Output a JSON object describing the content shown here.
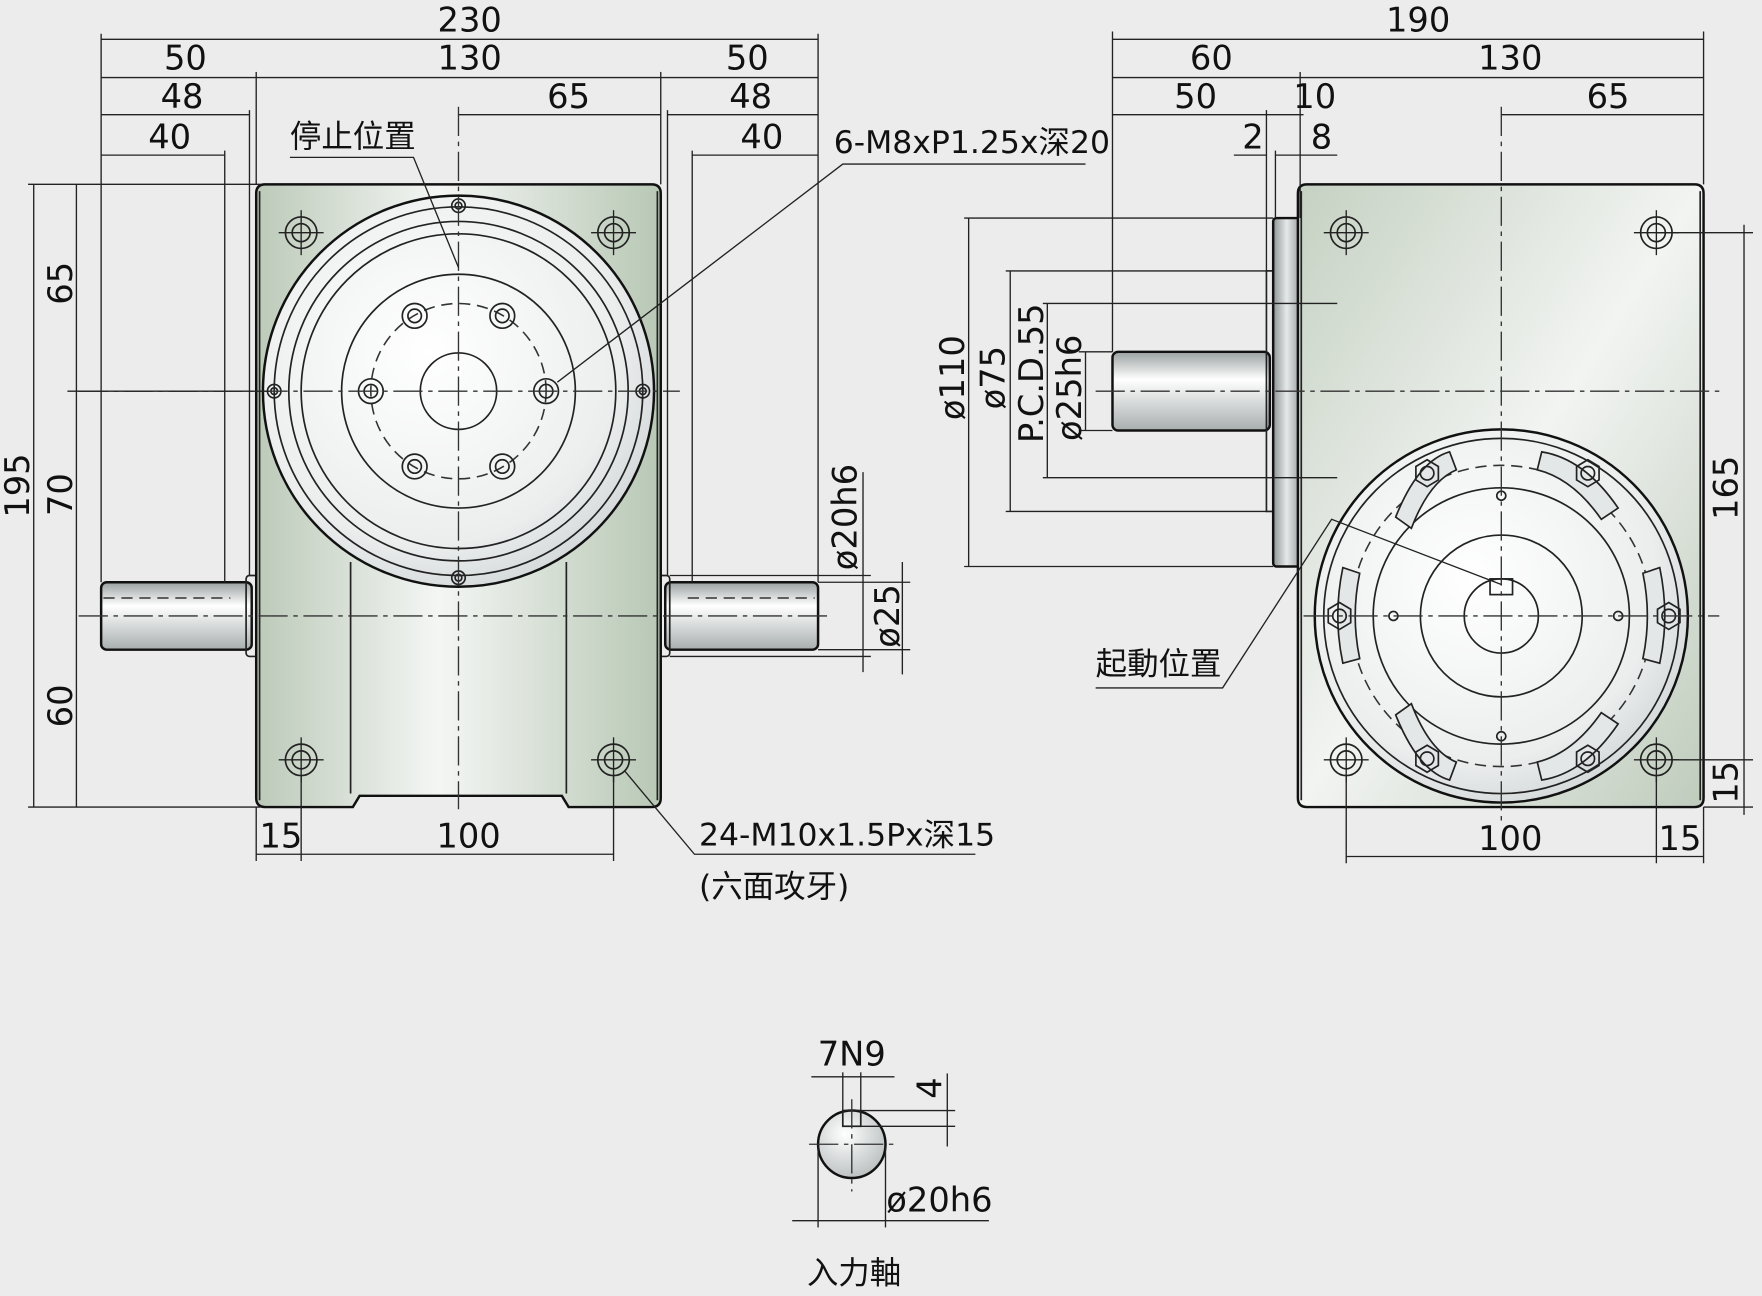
{
  "front_view": {
    "dims": {
      "overall_width": "230",
      "left_extension": "50",
      "body_width": "130",
      "right_extension": "50",
      "left_48": "48",
      "right_48": "48",
      "half_body": "65",
      "left_40": "40",
      "right_40": "40",
      "overall_height": "195",
      "upper_height": "65",
      "middle_height": "70",
      "lower_height": "60",
      "bottom_15": "15",
      "bottom_100": "100",
      "input_shaft_dia": "ø20h6",
      "shaft_collar_dia": "ø25"
    },
    "labels": {
      "stop_position": "停止位置",
      "top_holes": "6-M8xP1.25x深20",
      "mounting_holes": "24-M10x1.5Px深15",
      "six_face_tap": "(六面攻牙)"
    }
  },
  "side_view": {
    "dims": {
      "overall_width": "190",
      "dim_60": "60",
      "dim_130": "130",
      "dim_50": "50",
      "dim_10": "10",
      "dim_65": "65",
      "dim_2": "2",
      "dim_8": "8",
      "dia_110": "ø110",
      "dia_75": "ø75",
      "pcd": "P.C.D.55",
      "output_shaft_dia": "ø25h6",
      "height_165": "165",
      "height_15": "15",
      "bottom_100": "100",
      "bottom_15": "15"
    },
    "labels": {
      "start_position": "起動位置"
    }
  },
  "shaft_detail": {
    "key_tolerance": "7N9",
    "key_depth": "4",
    "shaft_dia": "ø20h6",
    "title": "入力軸"
  }
}
